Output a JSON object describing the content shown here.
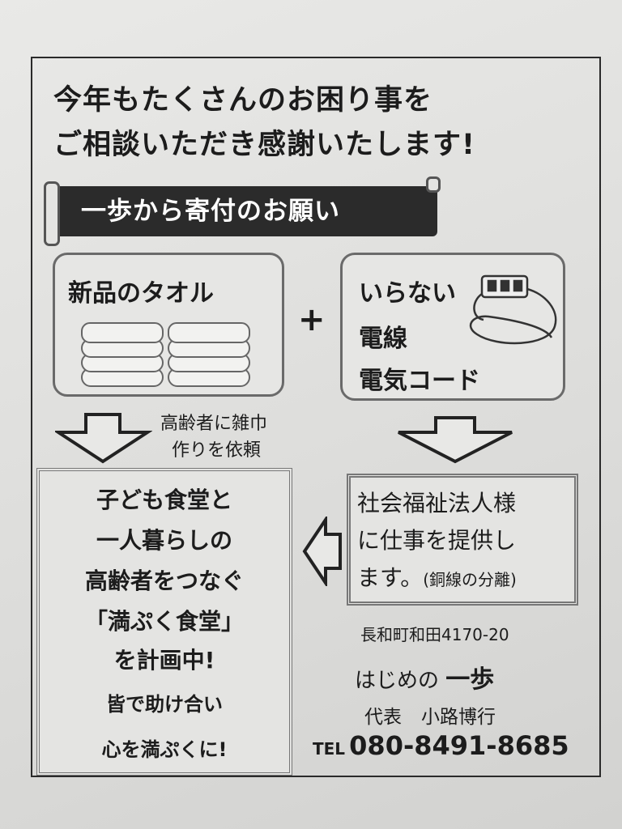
{
  "headline": [
    "今年もたくさんのお困り事を",
    "ご相談いただき感謝いたします!"
  ],
  "banner": "一歩から寄付のお願い",
  "towel_box": {
    "title": "新品のタオル"
  },
  "plus": "+",
  "cord_box": {
    "lines": [
      "いらない",
      "電線",
      "電気コード"
    ]
  },
  "towel_note": [
    "高齢者に雑巾",
    "作りを依頼"
  ],
  "plan_box": {
    "lines": [
      "子ども食堂と",
      "一人暮らしの",
      "高齢者をつなぐ",
      "「満ぷく食堂」",
      "を計画中!"
    ],
    "sub": [
      "皆で助け合い",
      "心を満ぷくに!"
    ]
  },
  "welfare_box": {
    "lines": [
      "社会福祉法人様",
      "に仕事を提供し"
    ],
    "last": "ます。",
    "paren": "(銅線の分離)"
  },
  "contact": {
    "address": "長和町和田4170-20",
    "org_prefix": "はじめの",
    "org_name": "一歩",
    "rep_label": "代表",
    "rep_name": "小路博行",
    "tel_label": "TEL",
    "tel": "080-8491-8685"
  }
}
